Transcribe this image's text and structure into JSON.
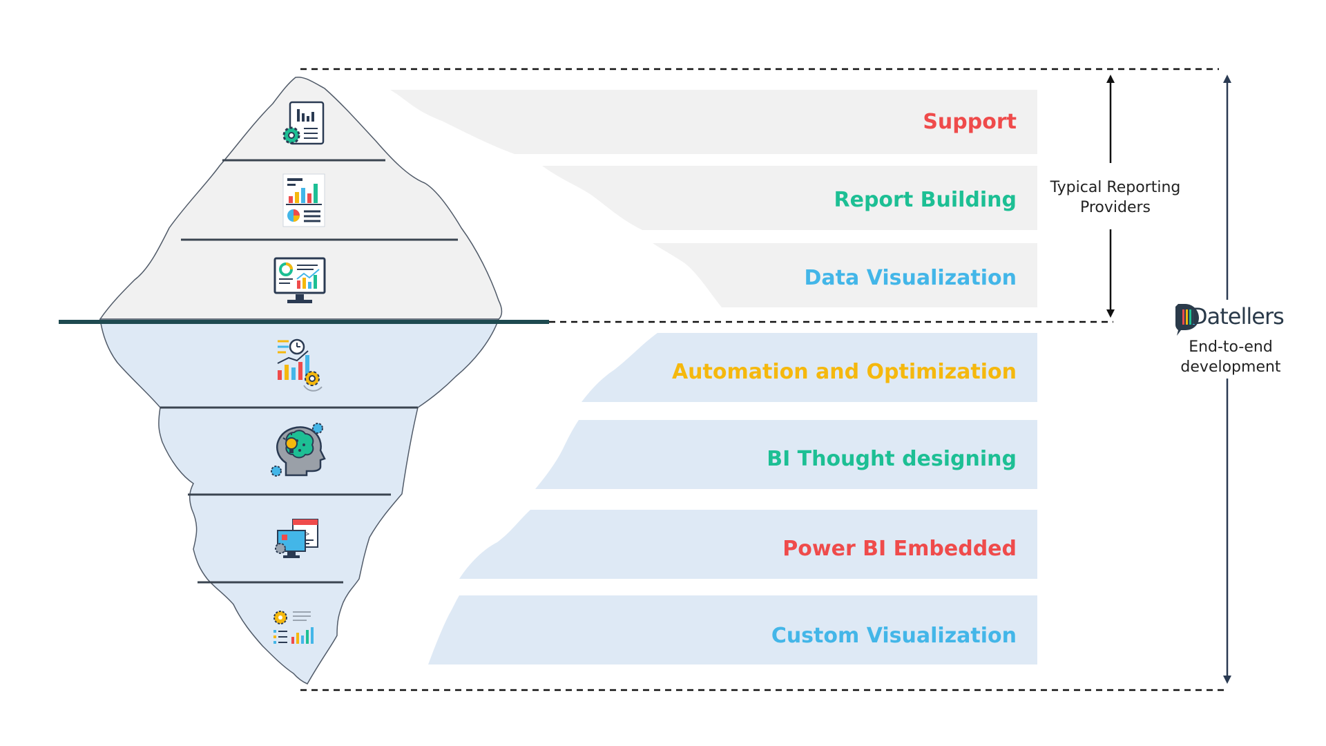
{
  "layers": [
    {
      "label": "Support",
      "color": "#ef4b4b",
      "icon": "report-settings-icon"
    },
    {
      "label": "Report Building",
      "color": "#1dbf94",
      "icon": "dashboard-report-icon"
    },
    {
      "label": "Data Visualization",
      "color": "#43b6e8",
      "icon": "monitor-analytics-icon"
    },
    {
      "label": "Automation and Optimization",
      "color": "#f5b80d",
      "icon": "automation-chart-icon"
    },
    {
      "label": "BI Thought designing",
      "color": "#1dbf94",
      "icon": "brain-idea-icon"
    },
    {
      "label": "Power BI Embedded",
      "color": "#ef4b4b",
      "icon": "embedded-code-icon"
    },
    {
      "label": "Custom Visualization",
      "color": "#43b6e8",
      "icon": "custom-chart-icon"
    }
  ],
  "typical_providers": {
    "line1": "Typical Reporting",
    "line2": "Providers"
  },
  "brand": {
    "name": "Datellers",
    "line1": "End-to-end",
    "line2": "development"
  },
  "colors": {
    "above_water": "#f1f1f1",
    "below_water": "#dee9f5",
    "waterline": "#1e4a50",
    "outline": "#505a68"
  }
}
